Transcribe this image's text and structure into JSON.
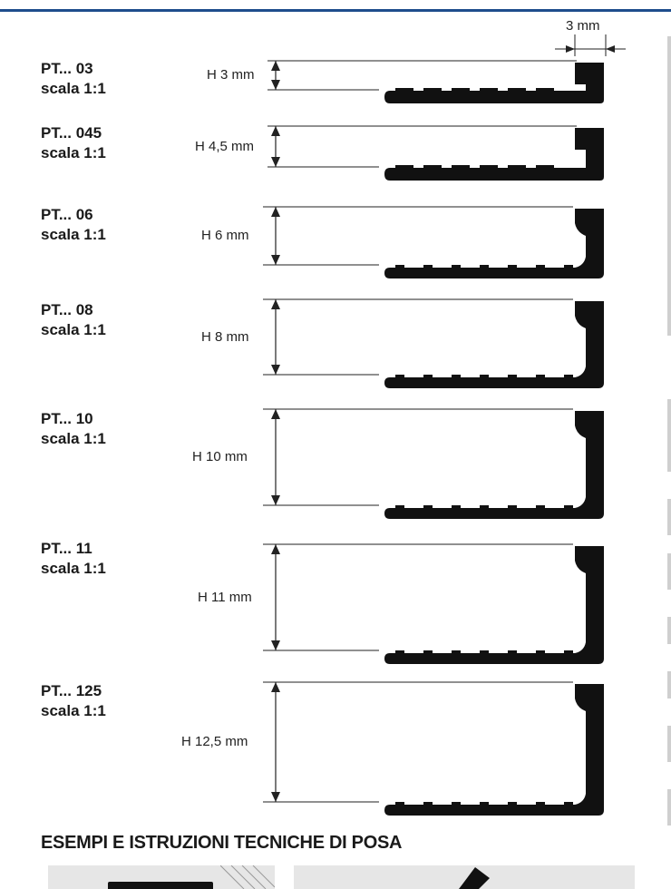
{
  "colors": {
    "accent_line": "#1e4d8c",
    "profile": "#111111"
  },
  "width_dimension": "3 mm",
  "profiles": [
    {
      "code": "PT... 03",
      "scale": "scala 1:1",
      "height": "H 3 mm"
    },
    {
      "code": "PT... 045",
      "scale": "scala 1:1",
      "height": "H 4,5 mm"
    },
    {
      "code": "PT... 06",
      "scale": "scala 1:1",
      "height": "H  6 mm"
    },
    {
      "code": "PT... 08",
      "scale": "scala 1:1",
      "height": "H  8 mm"
    },
    {
      "code": "PT... 10",
      "scale": "scala 1:1",
      "height": "H  10 mm"
    },
    {
      "code": "PT... 11",
      "scale": "scala 1:1",
      "height": "H 11 mm"
    },
    {
      "code": "PT... 125",
      "scale": "scala 1:1",
      "height": "H  12,5 mm"
    }
  ],
  "section_title": "ESEMPI E ISTRUZIONI TECNICHE DI POSA"
}
